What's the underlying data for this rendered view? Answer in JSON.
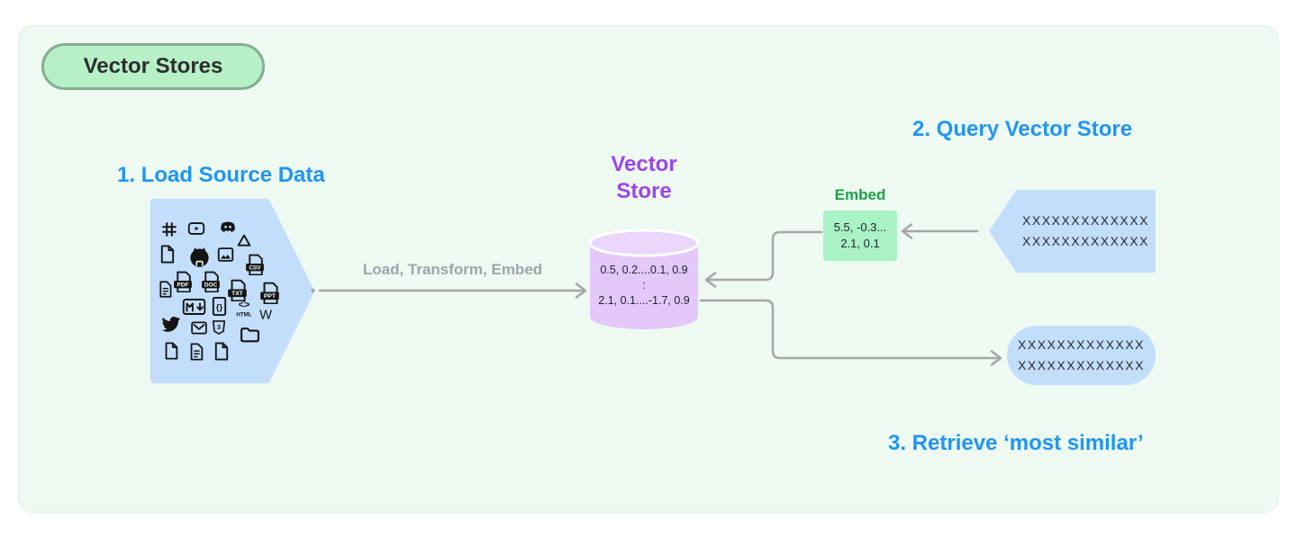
{
  "badge": {
    "label": "Vector Stores"
  },
  "headings": {
    "step1": "1. Load Source Data",
    "step2": "2. Query Vector Store",
    "step3": "3. Retrieve ‘most similar’"
  },
  "load_arrow": {
    "label": "Load, Transform, Embed"
  },
  "vector_store": {
    "title_line1": "Vector",
    "title_line2": "Store",
    "values_line1": "0.5, 0.2....0.1, 0.9",
    "values_line2": ":",
    "values_line3": "2.1, 0.1....-1.7, 0.9"
  },
  "embed": {
    "label": "Embed",
    "value_line1": "5.5, -0.3...",
    "value_line2": "2.1, 0.1"
  },
  "query_box": {
    "line1": "XXXXXXXXXXXXX",
    "line2": "XXXXXXXXXXXXX"
  },
  "result_box": {
    "line1": "XXXXXXXXXXXXX",
    "line2": "XXXXXXXXXXXXX"
  },
  "source_icons": [
    "slack",
    "youtube",
    "discord",
    "file",
    "github",
    "image",
    "google-drive",
    "csv-file",
    "text-file",
    "pdf-file",
    "doc-file",
    "txt-file",
    "ppt-file",
    "markdown",
    "code-file",
    "html",
    "wikipedia",
    "twitter",
    "email",
    "css3",
    "folder",
    "file",
    "text-file",
    "file"
  ],
  "icon_labels": {
    "csv": "CSV",
    "pdf": "PDF",
    "doc": "DOC",
    "txt": "TXT",
    "ppt": "PPT",
    "braces": "{}",
    "html_tag": "<>",
    "html_word": "HTML",
    "wikipedia": "W",
    "css": "3"
  },
  "colors": {
    "accent_blue": "#2095f3",
    "accent_purple": "#9b45ec",
    "accent_green": "#1aa34a",
    "badge_fill": "#b7efc7",
    "badge_border": "#84ae90",
    "shape_blue": "#c2defa",
    "cylinder_fill": "#e3c8f9",
    "embed_fill": "#a9f2c6",
    "connector_gray": "#a6a6a6",
    "panel_bg": "#edf9f1"
  }
}
